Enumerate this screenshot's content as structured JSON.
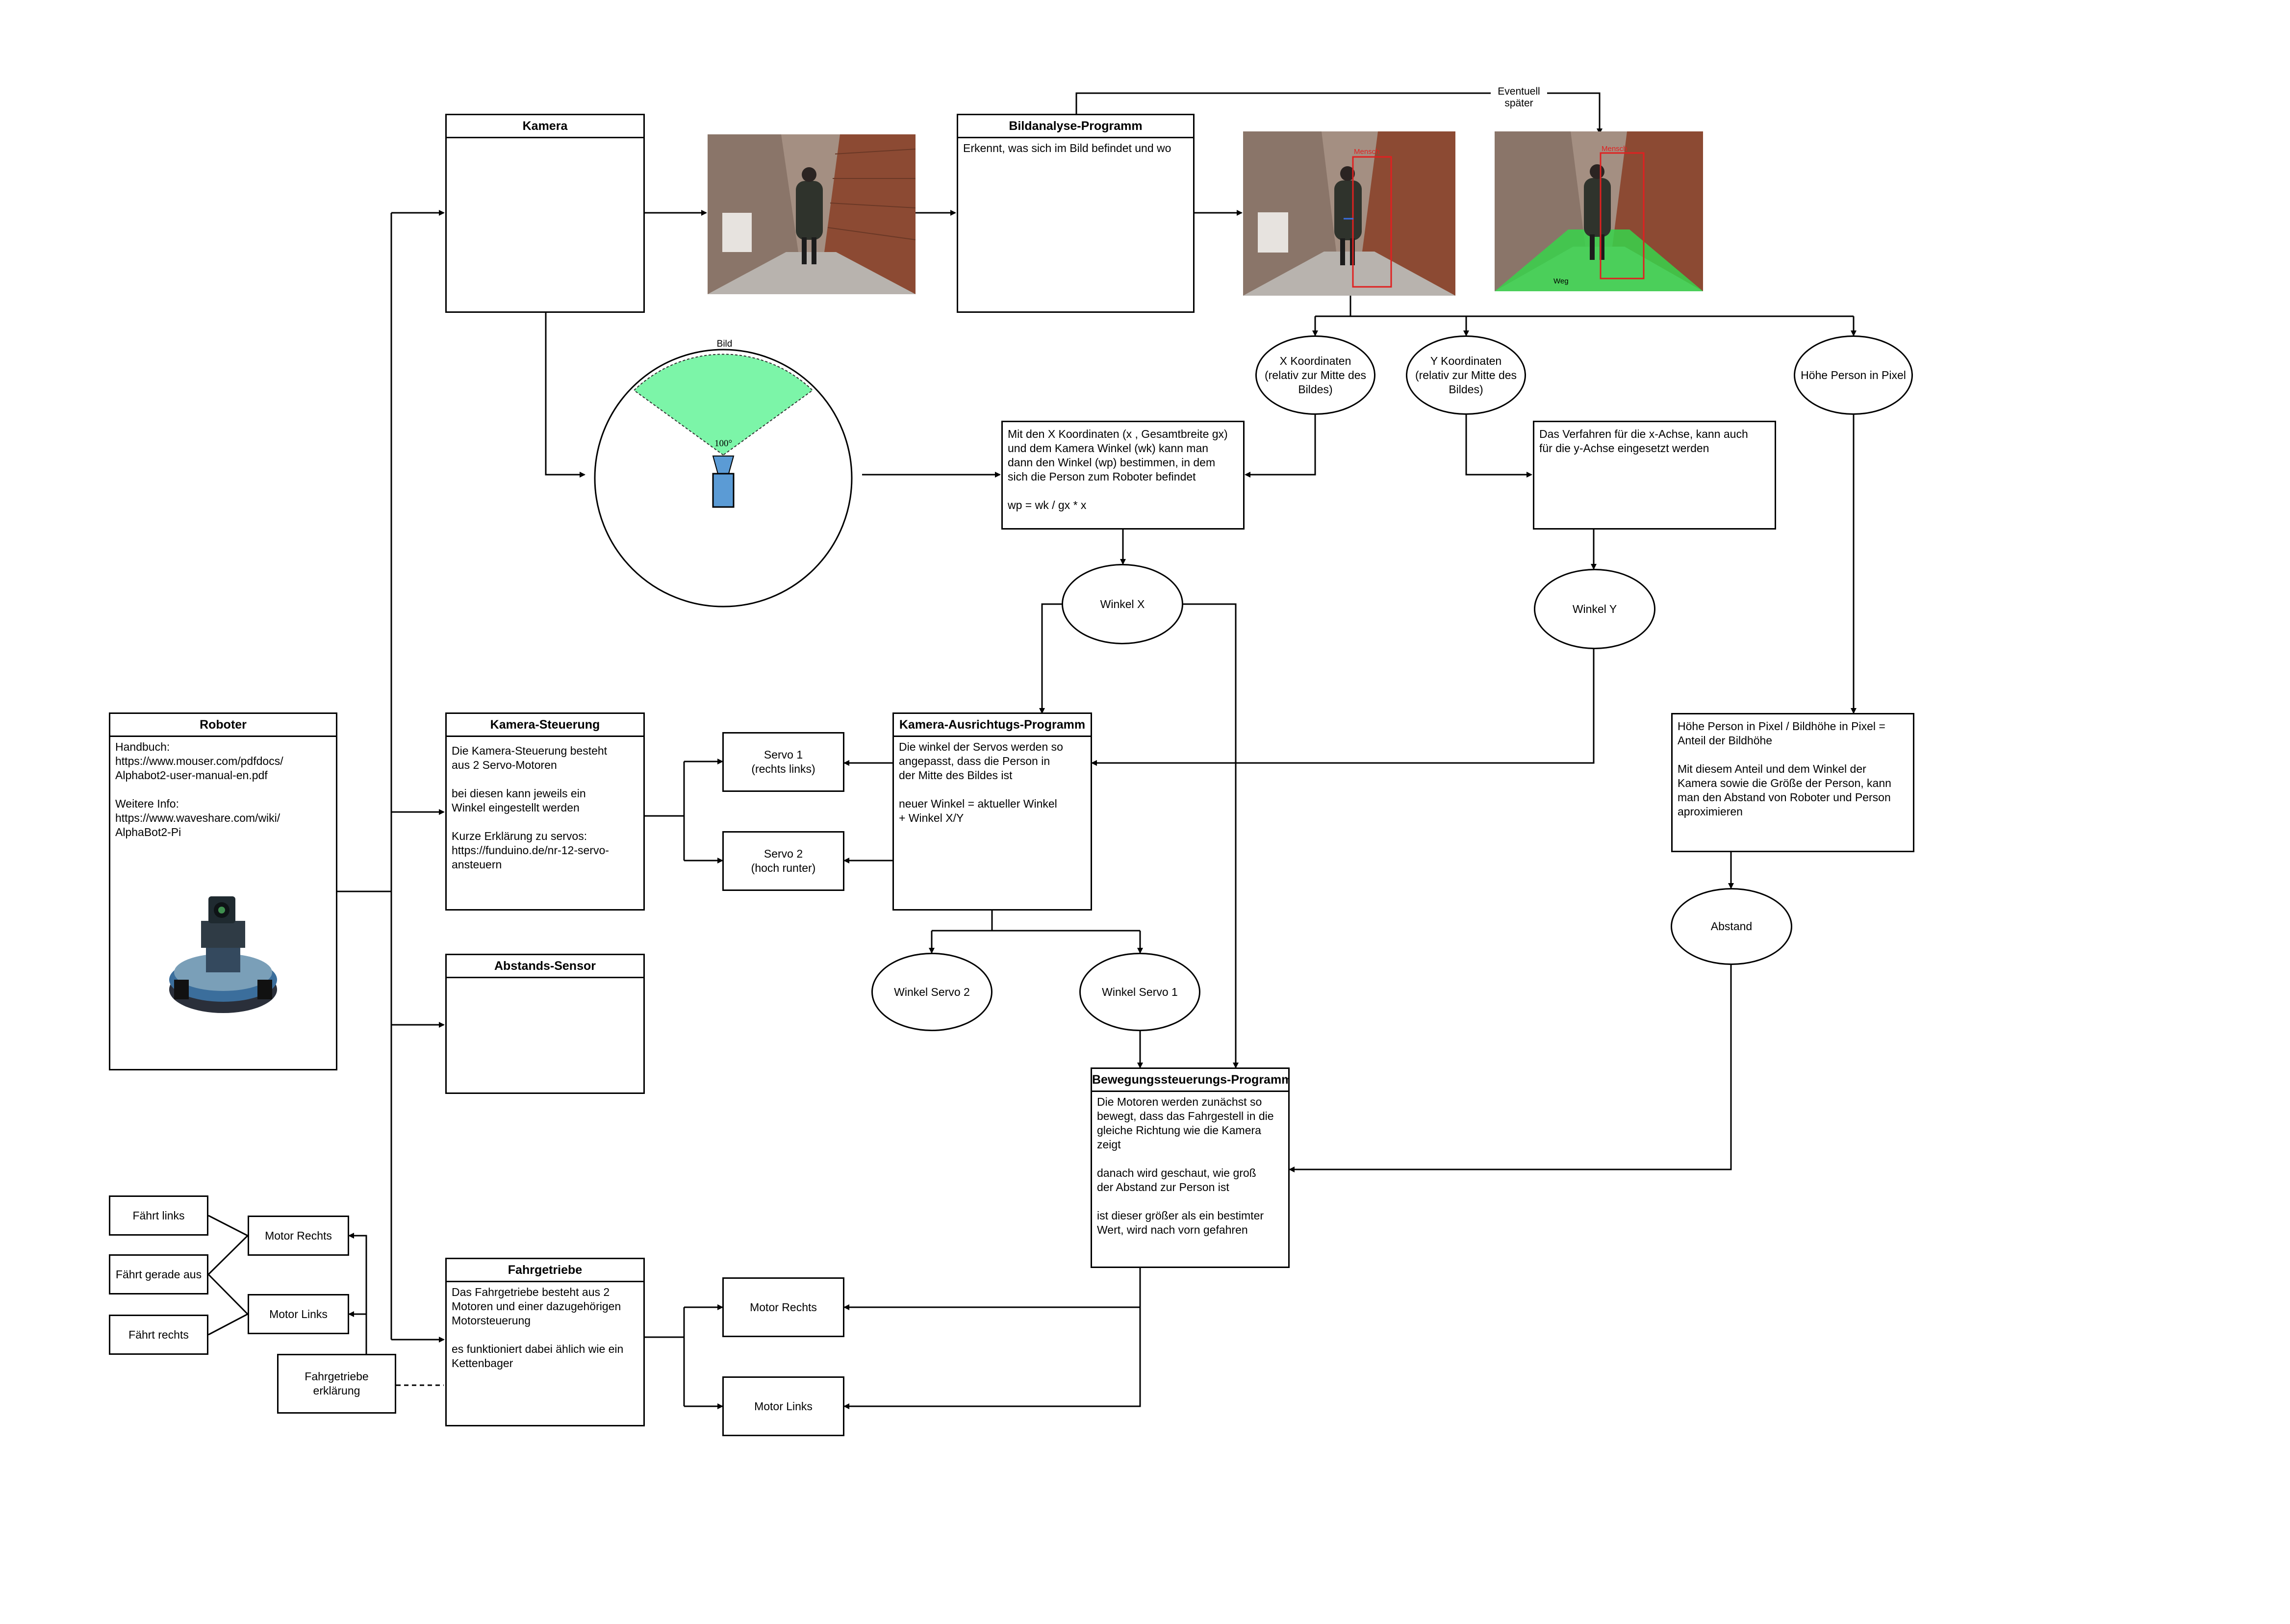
{
  "camera": {
    "title": "Kamera"
  },
  "analysis": {
    "title": "Bildanalyse-Programm",
    "text": "Erkennt, was sich im Bild befindet und wo"
  },
  "detect": {
    "label": "Mensch"
  },
  "path_view": {
    "label_person": "Mensch",
    "label_path": "Weg"
  },
  "eventuell": "Eventuell\nspäter",
  "fov": {
    "title": "Bild",
    "angle": "100°"
  },
  "x_coord": "X Koordinaten\n(relativ zur Mitte des\nBildes)",
  "y_coord": "Y Koordinaten\n(relativ zur Mitte des\nBildes)",
  "height_px": "Höhe Person in Pixel",
  "x_calc": "Mit den X  Koordinaten (x , Gesamtbreite gx)\nund dem Kamera Winkel (wk) kann man\ndann den Winkel (wp) bestimmen, in dem\nsich die Person zum Roboter befindet\n\nwp = wk / gx * x",
  "y_calc": "Das Verfahren für die x-Achse, kann auch\nfür die y-Achse eingesetzt werden",
  "winkel_x": "Winkel X",
  "winkel_y": "Winkel Y",
  "robot": {
    "title": "Roboter",
    "text": "Handbuch:\nhttps://www.mouser.com/pdfdocs/\nAlphabot2-user-manual-en.pdf\n\nWeitere Info:\nhttps://www.waveshare.com/wiki/\nAlphaBot2-Pi"
  },
  "cam_ctrl": {
    "title": "Kamera-Steuerung",
    "text": "Die Kamera-Steuerung besteht\naus 2 Servo-Motoren\n\nbei diesen kann jeweils ein\nWinkel eingestellt werden\n\nKurze Erklärung zu servos:\nhttps://funduino.de/nr-12-servo-\nansteuern"
  },
  "servo1": "Servo 1\n(rechts links)",
  "servo2": "Servo 2\n(hoch runter)",
  "align": {
    "title": "Kamera-Ausrichtugs-Programm",
    "text": "Die winkel der Servos werden so\nangepasst, dass die Person in\nder Mitte des Bildes ist\n\nneuer Winkel = aktueller Winkel\n+ Winkel X/Y"
  },
  "ratio": "Höhe Person in Pixel / Bildhöhe in Pixel =\nAnteil der Bildhöhe\n\nMit diesem Anteil und dem Winkel der\nKamera sowie die Größe der Person, kann\nman den Abstand von Roboter und Person\naproximieren",
  "abstand": "Abstand",
  "ws2": "Winkel Servo 2",
  "ws1": "Winkel Servo 1",
  "dist_sensor": {
    "title": "Abstands-Sensor"
  },
  "motion": {
    "title": "Bewegungssteuerungs-Programm",
    "text": "Die Motoren werden zunächst so\nbewegt, dass das Fahrgestell in die\ngleiche Richtung wie die Kamera\nzeigt\n\ndanach wird geschaut, wie groß\nder Abstand zur Person ist\n\nist dieser größer als ein bestimter\nWert, wird nach vorn gefahren"
  },
  "drive": {
    "title": "Fahrgetriebe",
    "text": "Das Fahrgetriebe besteht aus 2\nMotoren und einer dazugehörigen\nMotorsteuerung\n\nes funktioniert dabei ählich wie ein\nKettenbager"
  },
  "motor_r_right": "Motor Rechts",
  "motor_l_right": "Motor Links",
  "legend": {
    "left": "Fährt links",
    "straight": "Fährt gerade aus",
    "right": "Fährt rechts",
    "motor_r": "Motor Rechts",
    "motor_l": "Motor Links",
    "explain": "Fahrgetriebe\nerklärung"
  },
  "colors": {
    "fov_green": "#7cf5a8",
    "camera_blue": "#5b9bd5",
    "bbox_red": "#e02020",
    "path_green": "#37d44b"
  }
}
